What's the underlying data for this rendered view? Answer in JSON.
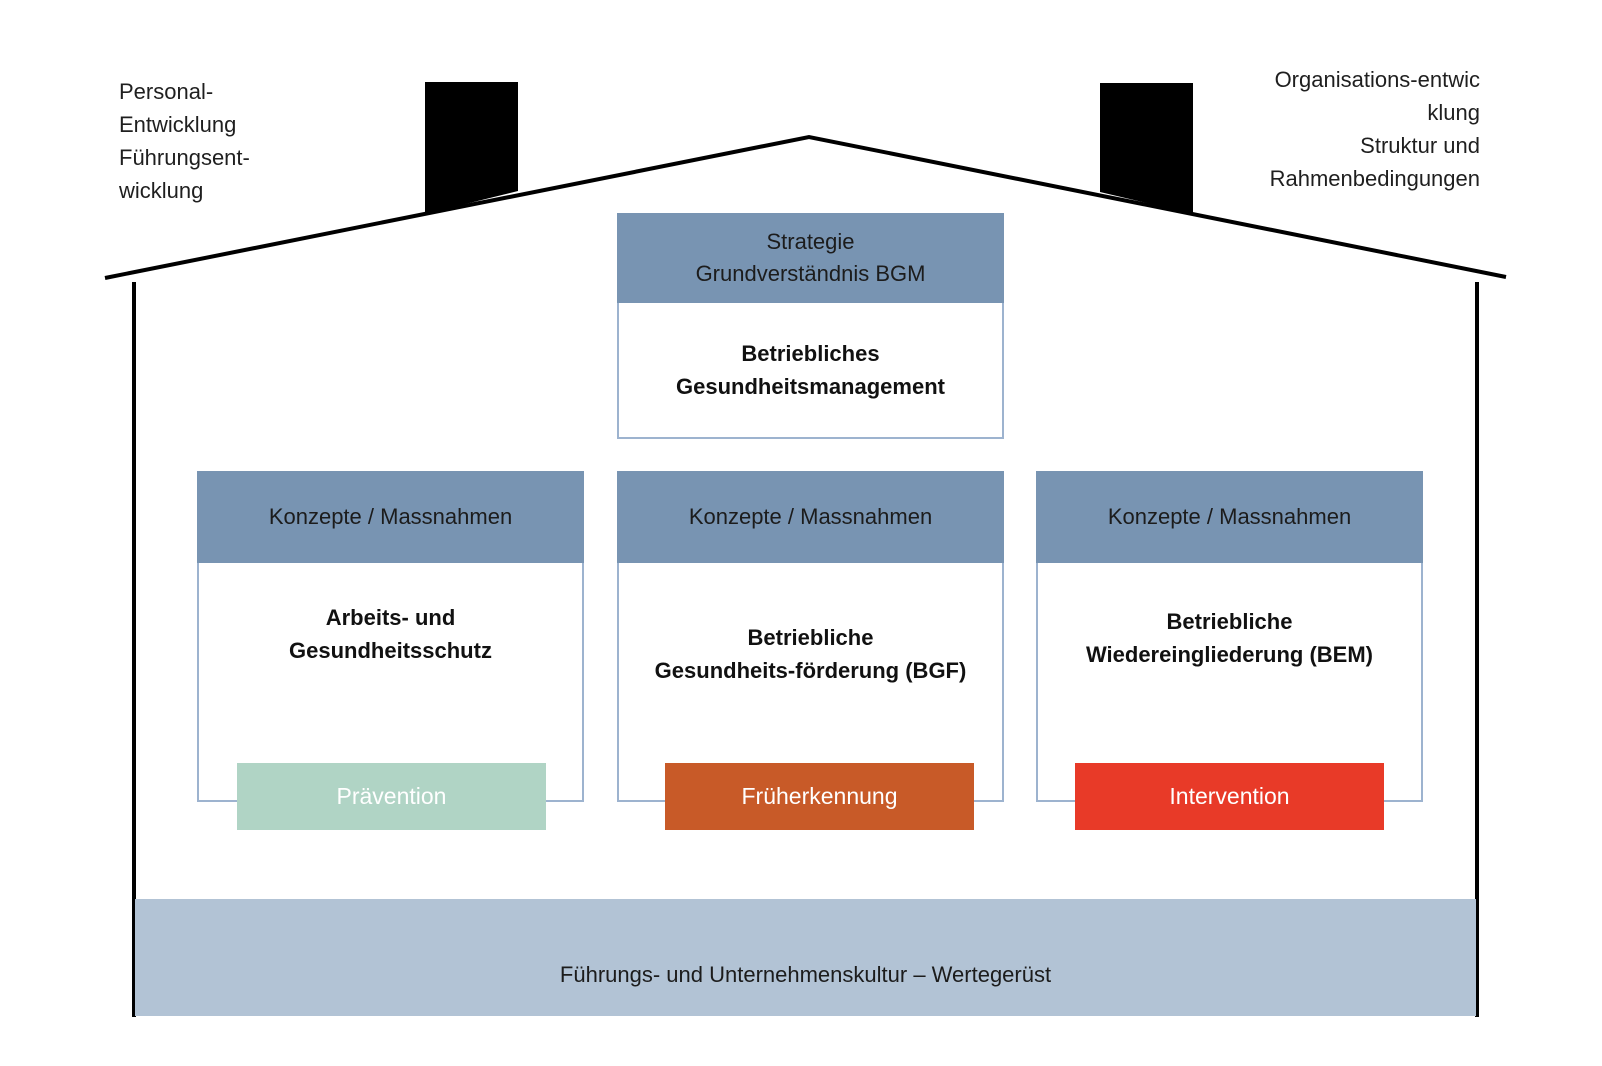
{
  "diagram": {
    "type": "house-model",
    "top_left_label": "Personal-\nEntwicklung\nFührungsent-\nwicklung",
    "top_right_label": "Organisations-entwic\nklung\nStruktur und\nRahmenbedingungen",
    "roof": {
      "header": "Strategie\nGrundverständnis BGM",
      "title": "Betriebliches\nGesundheitsmanagement"
    },
    "pillars": [
      {
        "header": "Konzepte / Massnahmen",
        "title": "Arbeits- und\nGesundheitsschutz",
        "stage": "Prävention",
        "stage_color": "#b0d4c5"
      },
      {
        "header": "Konzepte / Massnahmen",
        "title": "Betriebliche\nGesundheits-förderung (BGF)",
        "stage": "Früherkennung",
        "stage_color": "#c85a28"
      },
      {
        "header": "Konzepte / Massnahmen",
        "title": "Betriebliche\nWiedereingliederung (BEM)",
        "stage": "Intervention",
        "stage_color": "#e83a28"
      }
    ],
    "foundation": "Führungs- und Unternehmenskultur – Wertegerüst",
    "colors": {
      "header_fill": "#7894b2",
      "box_border": "#9db3cf",
      "foundation_fill": "#b2c3d5",
      "outline": "#000000"
    }
  }
}
